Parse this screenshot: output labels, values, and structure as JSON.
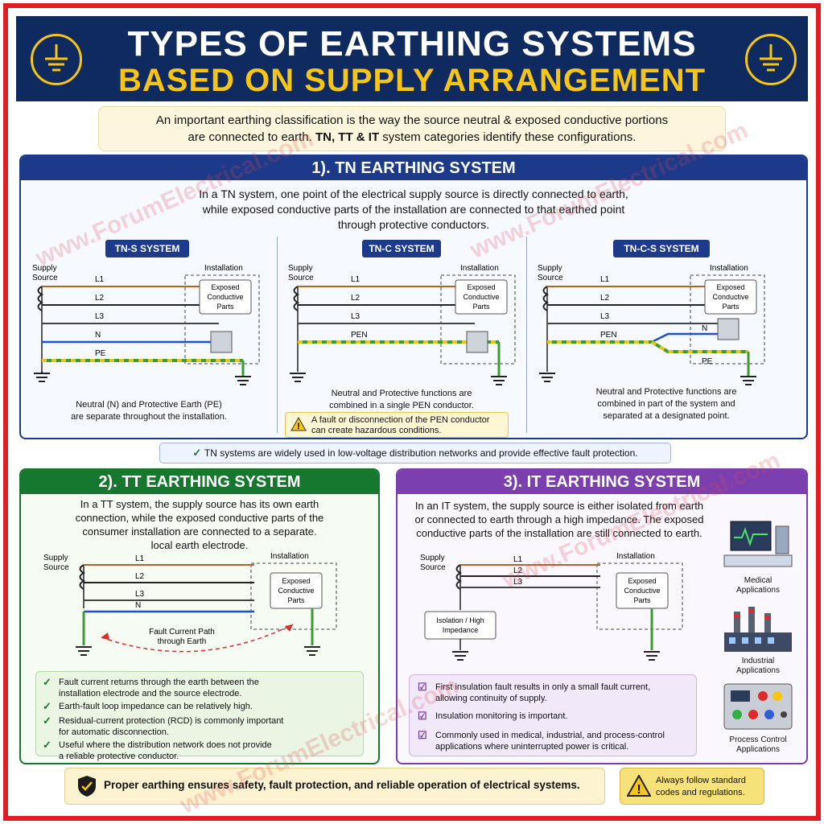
{
  "header": {
    "title_line1": "TYPES OF EARTHING SYSTEMS",
    "title_line2": "BASED ON SUPPLY ARRANGEMENT"
  },
  "intro": {
    "line1": "An important earthing classification is the way the source neutral & exposed conductive portions",
    "line2_prefix": "are connected to earth. ",
    "line2_bold": "TN, TT & IT",
    "line2_suffix": " system categories identify these configurations."
  },
  "tn": {
    "heading": "1). TN EARTHING SYSTEM",
    "desc_line1": "In a TN system, one point of the electrical supply source is directly connected to earth,",
    "desc_line2": "while exposed conductive parts of the installation are connected to that earthed point",
    "desc_line3": "through protective conductors.",
    "subsystems": [
      {
        "title": "TN-S SYSTEM",
        "caption_line1": "Neutral (N) and Protective Earth (PE)",
        "caption_line2": "are separate throughout the installation."
      },
      {
        "title": "TN-C SYSTEM",
        "caption_line1": "Neutral and Protective functions are",
        "caption_line2": "combined in a single PEN conductor.",
        "warning_line1": "A fault or disconnection of the PEN conductor",
        "warning_line2": "can create hazardous conditions."
      },
      {
        "title": "TN-C-S SYSTEM",
        "caption_line1": "Neutral and Protective functions are",
        "caption_line2": "combined in part of the system and",
        "caption_line3": "separated at a designated point."
      }
    ],
    "note": "TN systems are widely used in low-voltage distribution networks and provide effective fault protection."
  },
  "diagram_labels": {
    "supply": "Supply",
    "source": "Source",
    "installation": "Installation",
    "exposed1": "Exposed",
    "exposed2": "Conductive",
    "exposed3": "Parts",
    "l1": "L1",
    "l2": "L2",
    "l3": "L3",
    "n": "N",
    "pe": "PE",
    "pen": "PEN"
  },
  "tt": {
    "heading": "2). TT EARTHING SYSTEM",
    "desc_line1": "In a TT system, the supply source has its own earth",
    "desc_line2": "connection, while the exposed conductive parts of the",
    "desc_line3": "consumer installation are connected to a separate.",
    "desc_line4": "local earth electrode.",
    "fault_line1": "Fault Current Path",
    "fault_line2": "through Earth",
    "bullets": [
      [
        "Fault current returns through the earth between the",
        "installation electrode and the source electrode."
      ],
      [
        "Earth-fault loop impedance can be relatively high.",
        ""
      ],
      [
        "Residual-current protection (RCD) is commonly important",
        "for automatic disconnection."
      ],
      [
        "Useful where the distribution network does not provide",
        "a reliable protective conductor."
      ]
    ]
  },
  "it": {
    "heading": "3). IT EARTHING SYSTEM",
    "desc_line1": "In an IT system, the supply source is either isolated from earth",
    "desc_line2": "or connected to earth through a high impedance. The exposed",
    "desc_line3": "conductive parts of the installation are still connected to earth.",
    "isolation_line1": "Isolation / High",
    "isolation_line2": "Impedance",
    "bullets": [
      [
        "First insulation fault results in only a small fault current,",
        "allowing continuity of supply."
      ],
      [
        "Insulation monitoring is important.",
        ""
      ],
      [
        "Commonly used in medical, industrial, and process-control",
        "applications where uninterrupted power is critical."
      ]
    ],
    "applications": [
      [
        "Medical",
        "Applications"
      ],
      [
        "Industrial",
        "Applications"
      ],
      [
        "Process Control",
        "Applications"
      ]
    ]
  },
  "footer": {
    "main": "Proper earthing ensures safety, fault protection, and reliable operation of electrical systems.",
    "side_line1": "Always follow standard",
    "side_line2": "codes and regulations."
  },
  "watermark": "www.ForumElectrical.com",
  "colors": {
    "navy": "#0f2a5e",
    "gold": "#f7c515",
    "red_border": "#e11d24",
    "tt_green": "#16782e",
    "it_purple": "#7b3fb0",
    "line_l1": "#b5651d",
    "line_l2": "#222222",
    "line_l3": "#444444",
    "line_n": "#1f4fd1",
    "line_pe_green": "#3a9d2f",
    "line_pe_yellow": "#e6c619"
  }
}
